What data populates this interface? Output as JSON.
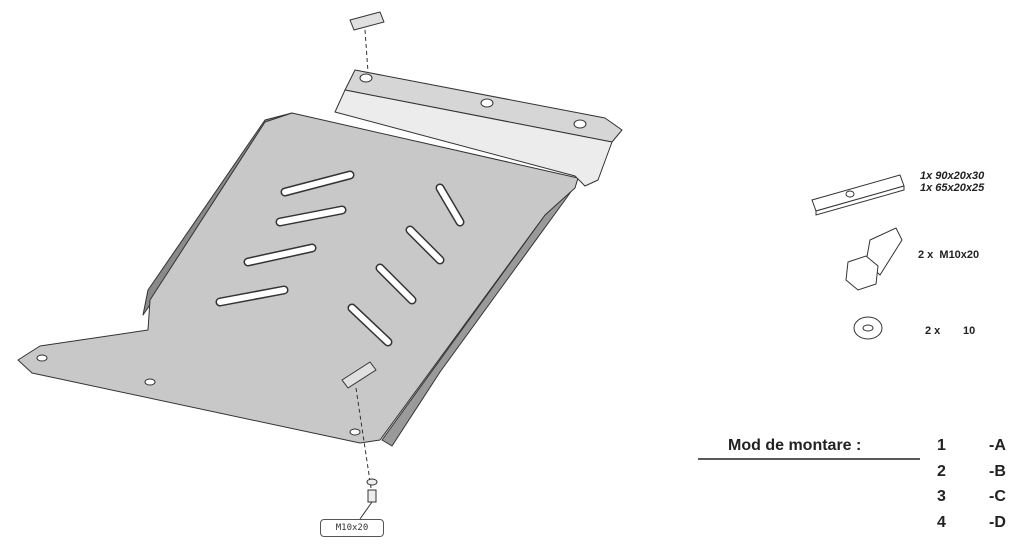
{
  "parts": {
    "spacer": [
      "1x 90x20x30",
      "1x 65x20x25"
    ],
    "bolt": "2 x  M10x20",
    "washer_qty": "2 x",
    "washer_size": "10"
  },
  "callout": "M10x20",
  "mounting": {
    "title": "Mod de montare :",
    "rows": [
      {
        "n": "1",
        "code": "-A"
      },
      {
        "n": "2",
        "code": "-B"
      },
      {
        "n": "3",
        "code": "-C"
      },
      {
        "n": "4",
        "code": "-D"
      }
    ]
  }
}
